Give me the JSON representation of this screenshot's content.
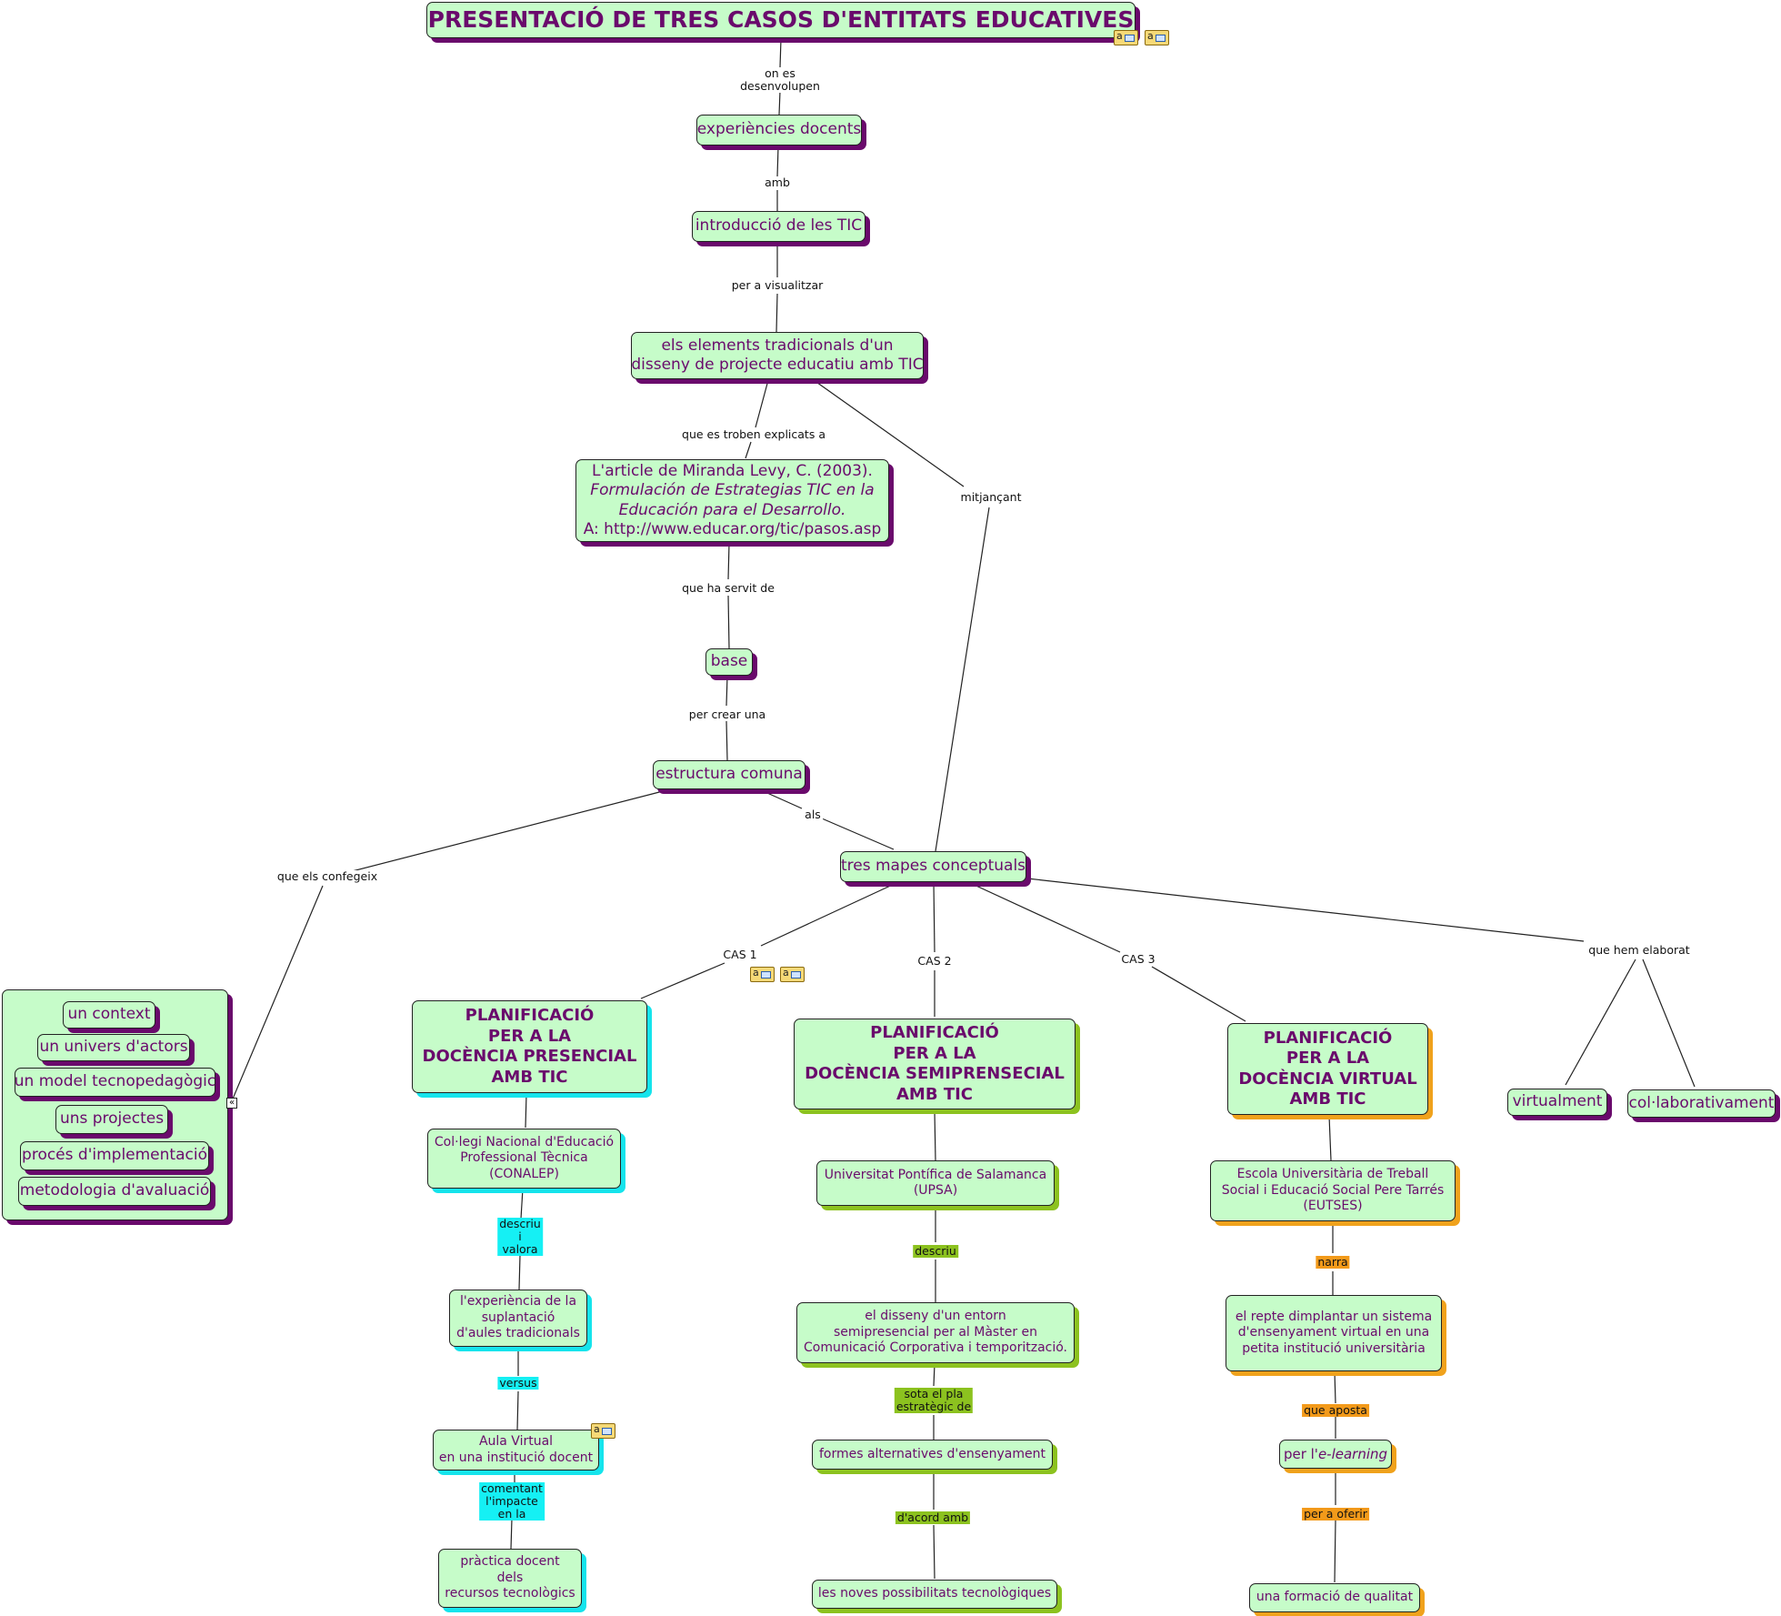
{
  "title": "PRESENTACIÓ DE TRES CASOS D'ENTITATS EDUCATIVES",
  "nodes": {
    "experiencies": "experiències docents",
    "introduccio": "introducció de les TIC",
    "elements": [
      "els elements tradicionals d'un",
      "disseny de projecte educatiu amb TIC"
    ],
    "article": {
      "line1": "L'article de Miranda Levy, C. (2003).",
      "line2": "Formulación de Estrategias TIC en la",
      "line3": "Educación para el Desarrollo.",
      "line4": "A: http://www.educar.org/tic/pasos.asp"
    },
    "base": "base",
    "estructura": "estructura comuna",
    "tres_mapes": "tres mapes conceptuals",
    "virtualment": "virtualment",
    "collaborativament": "col·laborativament"
  },
  "structure_items": [
    "un context",
    "un univers d'actors",
    "un model tecnopedagògic",
    "uns projectes",
    "procés d'implementació",
    "metodologia d'avaluació"
  ],
  "cases": {
    "cas1": {
      "title": [
        "PLANIFICACIÓ",
        "PER A LA",
        "DOCÈNCIA PRESENCIAL",
        "AMB TIC"
      ],
      "entity": [
        "Col·legi Nacional d'Educació",
        "Professional Tècnica",
        "(CONALEP)"
      ],
      "experience": [
        "l'experiència de la",
        "suplantació",
        "d'aules tradicionals"
      ],
      "aula": [
        "Aula Virtual",
        "en una institució docent"
      ],
      "practica": [
        "pràctica docent",
        "dels",
        "recursos tecnològics"
      ]
    },
    "cas2": {
      "title": [
        "PLANIFICACIÓ",
        "PER A LA",
        "DOCÈNCIA SEMIPRENSECIAL",
        "AMB TIC"
      ],
      "entity": [
        "Universitat Pontífica de Salamanca",
        "(UPSA)"
      ],
      "disseny": [
        "el disseny d'un entorn",
        "semipresencial per al Màster en",
        "Comunicació Corporativa i temporització."
      ],
      "formes": "formes alternatives d'ensenyament",
      "noves": "les noves possibilitats tecnològiques"
    },
    "cas3": {
      "title": [
        "PLANIFICACIÓ",
        "PER A LA",
        "DOCÈNCIA VIRTUAL",
        "AMB TIC"
      ],
      "entity": [
        "Escola Universitària de Treball",
        "Social i Educació Social Pere Tarrés",
        "(EUTSES)"
      ],
      "repte": [
        "el repte dimplantar un sistema",
        "d'ensenyament virtual en una",
        "petita institució universitària"
      ],
      "elearning_prefix": "per l'",
      "elearning_term": "e-learning",
      "formacio": "una formació de qualitat"
    }
  },
  "link_labels": {
    "on_es": [
      "on es",
      "desenvolupen"
    ],
    "amb": "amb",
    "per_visualitzar": "per a visualitzar",
    "que_es_troben": "que es troben explicats a",
    "mitjancant": "mitjançant",
    "que_ha_servit": "que ha servit de",
    "per_crear": "per crear una",
    "als": "als",
    "que_els_confegeix": "que els confegeix",
    "cas1": "CAS 1",
    "cas2": "CAS 2",
    "cas3": "CAS 3",
    "que_hem_elaborat": "que hem elaborat",
    "descriu_valora": [
      "descriu",
      "i",
      "valora"
    ],
    "versus": "versus",
    "comentant": [
      "comentant",
      "l'impacte",
      "en la"
    ],
    "descriu": "descriu",
    "sota_el_pla": [
      "sota el pla",
      "estratègic de"
    ],
    "dacord": "d'acord amb",
    "narra": "narra",
    "que_aposta": "que aposta",
    "per_oferir": "per a oferir"
  },
  "resource_icon_text": "a",
  "colors": {
    "node_fill": "#c6fcc9",
    "text": "#6a0a6c",
    "shadow_main": "#6a0a6c",
    "shadow_cas1": "#15e4ec",
    "shadow_cas2": "#8cc21f",
    "shadow_cas3": "#f0a21c"
  }
}
